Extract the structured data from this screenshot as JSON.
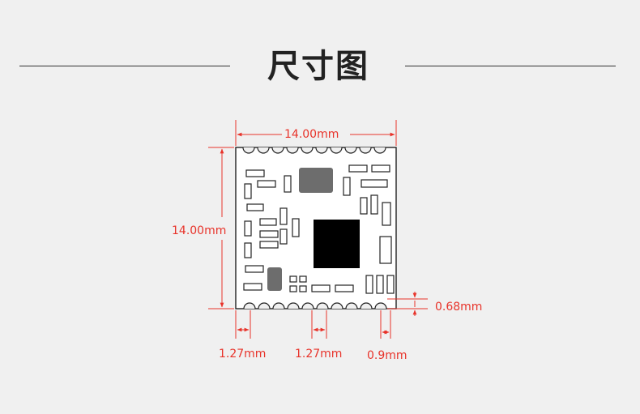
{
  "title": "尺寸图",
  "dimensions": {
    "width": "14.00mm",
    "height": "14.00mm",
    "pad_height": "0.68mm",
    "pitch_bottom_left": "1.27mm",
    "pitch_bottom_mid": "1.27mm",
    "pad_width": "0.9mm"
  },
  "colors": {
    "dimension": "#e8332a",
    "background": "#f0f0f0",
    "board": "#ffffff",
    "chip_main": "#000000",
    "chip_small": "#6d6d6d"
  }
}
